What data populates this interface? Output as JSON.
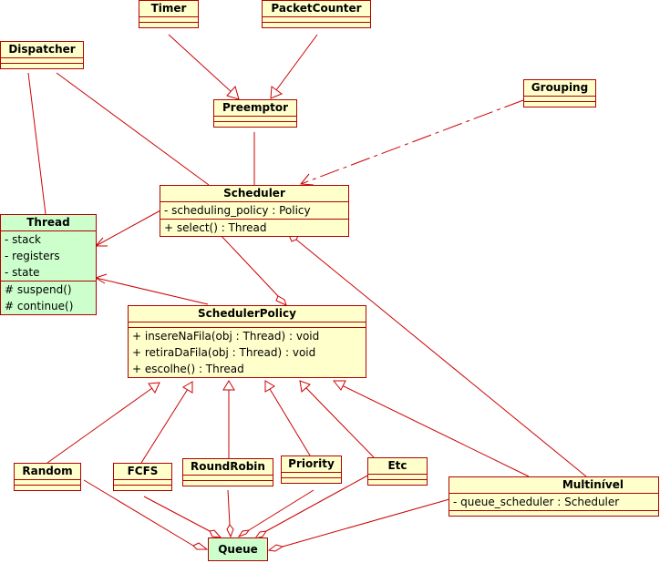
{
  "classes": {
    "timer": {
      "name": "Timer"
    },
    "packet_counter": {
      "name": "PacketCounter"
    },
    "dispatcher": {
      "name": "Dispatcher"
    },
    "grouping": {
      "name": "Grouping"
    },
    "preemptor": {
      "name": "Preemptor"
    },
    "scheduler": {
      "name": "Scheduler",
      "attributes": [
        "- scheduling_policy : Policy"
      ],
      "operations": [
        "+ select() : Thread"
      ]
    },
    "thread": {
      "name": "Thread",
      "attributes": [
        "- stack",
        "- registers",
        "- state"
      ],
      "operations": [
        "# suspend()",
        "# continue()"
      ]
    },
    "scheduler_policy": {
      "name": "SchedulerPolicy",
      "operations": [
        "+ insereNaFila(obj : Thread) : void",
        "+ retiraDaFila(obj : Thread) : void",
        "+ escolhe() : Thread"
      ]
    },
    "random": {
      "name": "Random"
    },
    "fcfs": {
      "name": "FCFS"
    },
    "round_robin": {
      "name": "RoundRobin"
    },
    "priority": {
      "name": "Priority"
    },
    "etc": {
      "name": "Etc"
    },
    "multinivel": {
      "name": "Multinível",
      "attributes": [
        "- queue_scheduler : Scheduler"
      ]
    },
    "queue": {
      "name": "Queue"
    }
  },
  "colors": {
    "line": "#cc0000",
    "border": "#b20000",
    "class_fill": "#ffffcc",
    "highlight_fill": "#ccffcc"
  }
}
